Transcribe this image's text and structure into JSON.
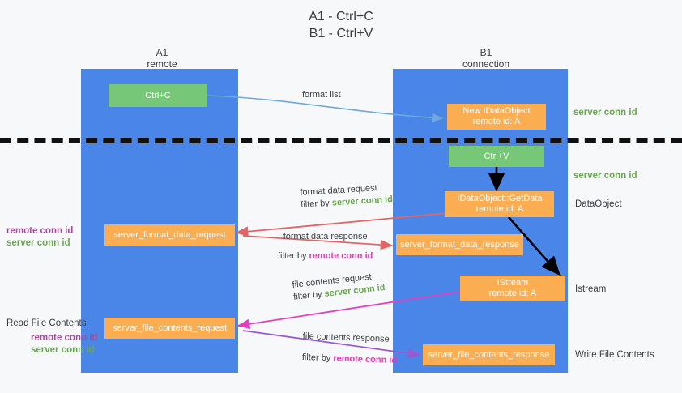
{
  "title": {
    "line1": "A1 - Ctrl+C",
    "line2": "B1 - Ctrl+V"
  },
  "lanes": [
    {
      "name": "A1",
      "sub": "remote"
    },
    {
      "name": "B1",
      "sub": "connection"
    }
  ],
  "boxes": {
    "ctrl_c": {
      "label": "Ctrl+C"
    },
    "ctrl_v": {
      "label": "Ctrl+V"
    },
    "new_dataobject": {
      "line1": "New IDataObject",
      "line2": "remote id: A"
    },
    "getdata": {
      "line1": "IDataObject::GetData",
      "line2": "remote id: A"
    },
    "istream": {
      "line1": "IStream",
      "line2": "remote id: A"
    },
    "server_format_data_request": {
      "label": "server_format_data_request"
    },
    "server_format_data_response": {
      "label": "server_format_data_response"
    },
    "server_file_contents_request": {
      "label": "server_file_contents_request"
    },
    "server_file_contents_response": {
      "label": "server_file_contents_response"
    }
  },
  "annotations": {
    "format_list": "format list",
    "format_data_request": "format data request",
    "format_data_request_filter_prefix": "filter by ",
    "format_data_request_filter_value": "server conn id",
    "format_data_response": "format data response",
    "format_data_response_filter_prefix": "filter by ",
    "format_data_response_filter_value": "remote conn id",
    "file_contents_request": "file contents request",
    "file_contents_request_filter_prefix": "filter by ",
    "file_contents_request_filter_value": "server conn id",
    "file_contents_response": "file contents response",
    "file_contents_response_filter_prefix": "filter by ",
    "file_contents_response_filter_value": "remote conn id"
  },
  "right_labels": {
    "server_conn_id_top": "server conn id",
    "server_conn_id_mid": "server conn id",
    "dataobject": "DataObject",
    "istream": "Istream",
    "write_file_contents": "Write File Contents"
  },
  "left_labels": {
    "remote_conn_id_1": "remote conn id",
    "server_conn_id_1": "server conn id",
    "read_file_contents": "Read File Contents",
    "remote_conn_id_2": "remote conn id",
    "server_conn_id_2": "server conn id"
  },
  "colors": {
    "lane": "#4a86e8",
    "green_box": "#77c778",
    "orange_box": "#fbad52",
    "green_text": "#6aa84f",
    "purple_text": "#a64d9a",
    "magenta_text": "#d940b4",
    "arrow_light_blue": "#6fa8dc",
    "arrow_red": "#e06666",
    "arrow_magenta": "#e040c0",
    "arrow_purple": "#9b59d0",
    "arrow_black": "#000000",
    "background": "#f7f8fa"
  }
}
